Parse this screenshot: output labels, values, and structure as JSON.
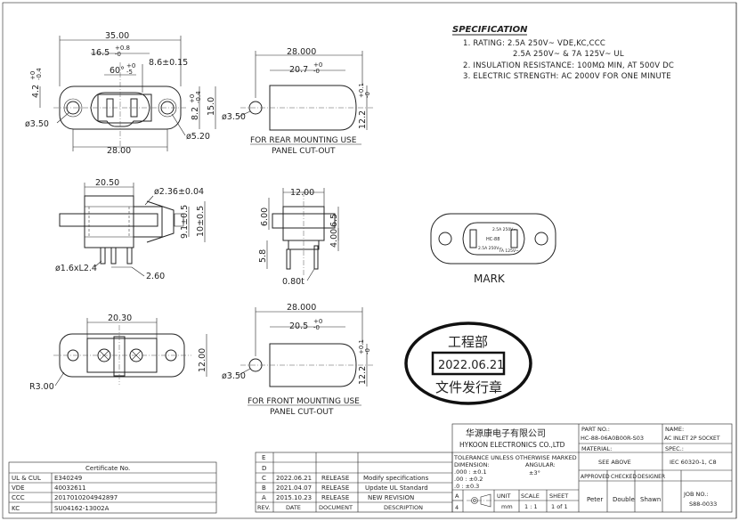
{
  "spec": {
    "heading": "SPECIFICATION",
    "lines": [
      "1. RATING: 2.5A 250V~ VDE,KC,CCC",
      "2.5A 250V~ & 7A 125V~ UL",
      "2. INSULATION RESISTANCE: 100MΩ MIN, AT 500V DC",
      "3. ELECTRIC STRENGTH: AC 2000V FOR ONE MINUTE"
    ]
  },
  "dims": {
    "front_w": "35.00",
    "inner_w": "16.5",
    "inner_tol_u": "+0.8",
    "inner_tol_l": "-0",
    "angle": "60°",
    "angle_tol_u": "+0",
    "angle_tol_l": "-5",
    "slot": "8.6±0.15",
    "h_left": "4.2",
    "h_left_tol_u": "+0",
    "h_left_tol_l": "-0.4",
    "hole": "ø3.50",
    "h_mid": "8.2",
    "h_mid_tol_u": "+0",
    "h_mid_tol_l": "-0.4",
    "h_total": "15.0",
    "r_pin": "ø5.20",
    "bottom_w": "28.00",
    "rc_w": "28.000",
    "rc_inner": "20.7",
    "rc_inner_tol_u": "+0",
    "rc_inner_tol_l": "-0",
    "rc_hole": "ø3.50",
    "rc_h": "12.2",
    "rc_h_tol_u": "+0.1",
    "rc_h_tol_l": "-0",
    "rear_cut_1": "FOR REAR MOUNTING USE",
    "rear_cut_2": "PANEL CUT-OUT",
    "side_w": "20.50",
    "side_dia": "ø2.36±0.04",
    "side_h1": "9.1±0.5",
    "side_h2": "10±0.5",
    "side_pin": "ø1.6xL2.4",
    "side_gap": "2.60",
    "end_w": "12.00",
    "end_h1": "6.00",
    "end_h2": "6.5",
    "end_h3": "4.00",
    "end_h4": "5.8",
    "end_t": "0.80t",
    "mark_label": "MARK",
    "mark_r1": "2.5A 250V~",
    "mark_r2": "7A 125V~",
    "mark_r3": "2.5A 250V~",
    "mark_code": "HC-88",
    "back_w": "20.30",
    "back_h": "12.00",
    "back_r": "R3.00",
    "fc_w": "28.000",
    "fc_inner": "20.5",
    "fc_inner_tol_u": "+0",
    "fc_inner_tol_l": "-0",
    "fc_hole": "ø3.50",
    "fc_h": "12.2",
    "fc_h_tol_u": "+0.1",
    "fc_h_tol_l": "-0",
    "front_cut_1": "FOR FRONT MOUNTING USE",
    "front_cut_2": "PANEL CUT-OUT"
  },
  "stamp": {
    "top": "工程部",
    "date": "2022.06.21",
    "bottom": "文件发行章"
  },
  "certs": {
    "title": "Certificate No.",
    "rows": [
      [
        "UL & CUL",
        "E340249"
      ],
      [
        "VDE",
        "40032611"
      ],
      [
        "CCC",
        "2017010204942897"
      ],
      [
        "KC",
        "SU04162-13002A"
      ]
    ]
  },
  "revisions": {
    "rows": [
      [
        "E",
        "",
        "",
        ""
      ],
      [
        "D",
        "",
        "",
        ""
      ],
      [
        "C",
        "2022.06.21",
        "RELEASE",
        "Modify specifications"
      ],
      [
        "B",
        "2021.04.07",
        "RELEASE",
        "Update UL Standard"
      ],
      [
        "A",
        "2015.10.23",
        "RELEASE",
        "NEW REVISION"
      ]
    ],
    "headers": [
      "REV.",
      "DATE",
      "DOCUMENT",
      "DESCRIPTION"
    ]
  },
  "title_block": {
    "company_cn": "华源康电子有限公司",
    "company_en": "HYKOON ELECTRONICS CO.,LTD",
    "part_no_label": "PART NO.:",
    "part_no": "HC-88-06A0B00R-S03",
    "name_label": "NAME:",
    "name": "AC INLET 2P SOCKET",
    "tol_title": "TOLERANCE UNLESS OTHERWISE MARKED",
    "dimension_label": "DIMENSION:",
    "angular_label": "ANGULAR:",
    "tol_1": ".000 : ±0.1",
    "tol_2": ".00  : ±0.2",
    "tol_3": ".0   : ±0.3",
    "angular": "±3°",
    "material_label": "MATERIAL:",
    "material": "SEE ABOVE",
    "spec_label": "SPEC.:",
    "spec": "IEC 60320-1, C8",
    "approved_label": "APPROVED",
    "checked_label": "CHECKED",
    "designer_label": "DESIGNER",
    "approved": "Peter",
    "checked": "Double",
    "designer": "Shawn",
    "unit_label": "UNIT",
    "unit": "mm",
    "scale_label": "SCALE",
    "scale": "1 : 1",
    "sheet_label": "SHEET",
    "sheet": "1 of 1",
    "job_label": "JOB NO.:",
    "job": "S88-0033",
    "rev_digit_a": "A",
    "rev_digit_4": "4"
  }
}
